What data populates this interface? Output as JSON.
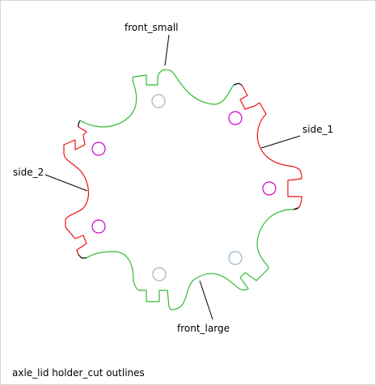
{
  "labels": {
    "front_small": "front_small",
    "side_1": "side_1",
    "side_2": "side_2",
    "front_large": "front_large"
  },
  "caption": "axle_lid holder_cut outlines",
  "colors": {
    "front": "#33bb33",
    "side": "#ee1111",
    "join": "#000000",
    "hole_blue": "#99b4cc",
    "hole_magenta": "#cc00cc",
    "leader": "#000000"
  }
}
